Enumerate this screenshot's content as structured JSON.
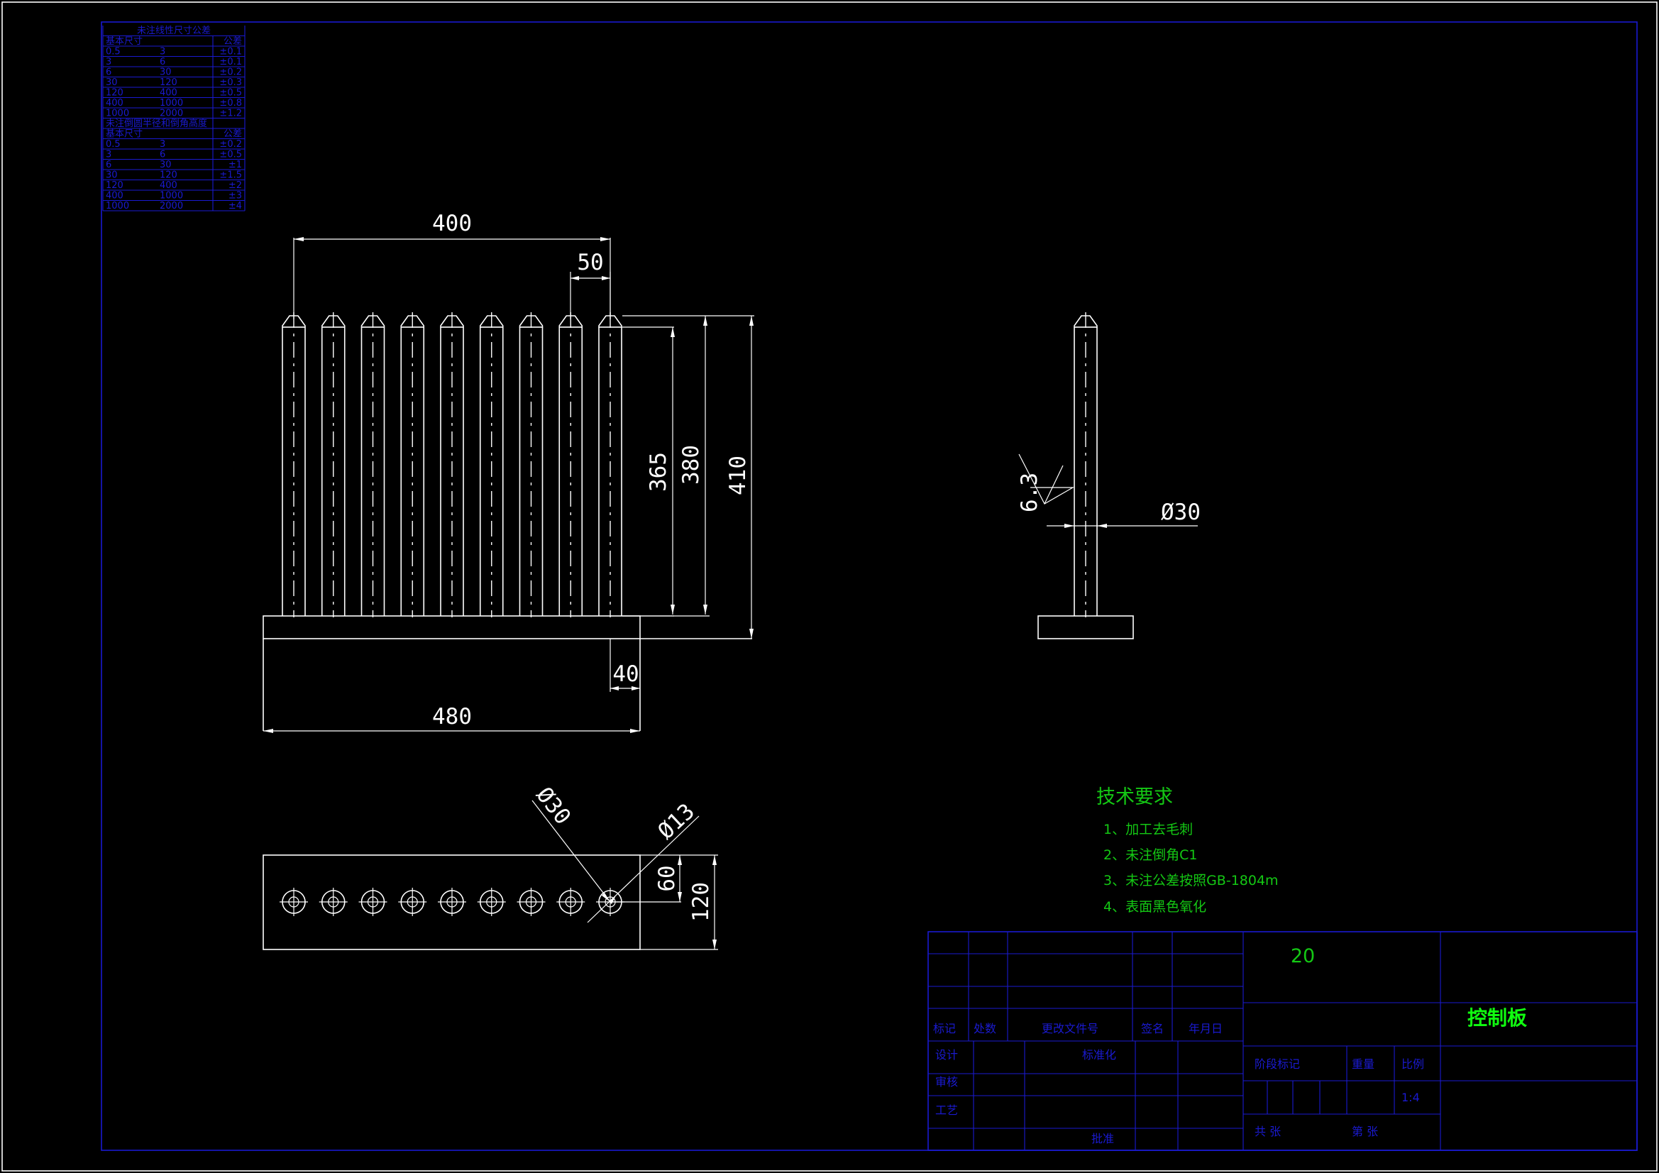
{
  "drawing": {
    "part_name": "控制板",
    "material": "20",
    "scale": "1:4"
  },
  "dimensions": {
    "total_pitch_width": "400",
    "pin_pitch": "50",
    "pin_height_1": "365",
    "pin_height_2": "380",
    "total_height": "410",
    "edge_offset": "40",
    "base_length": "480",
    "pin_diameter": "Ø30",
    "top_hole_diameter": "Ø30",
    "bolt_hole_diameter": "Ø13",
    "hole_row_offset": "60",
    "base_width": "120",
    "roughness": "6.3"
  },
  "tech_requirements": {
    "title": "技术要求",
    "items": [
      "1、加工去毛刺",
      "2、未注倒角C1",
      "3、未注公差按照GB-1804m",
      "4、表面黑色氧化"
    ]
  },
  "title_block": {
    "labels": {
      "mark": "标记",
      "count": "处数",
      "change_doc": "更改文件号",
      "sign": "签名",
      "date": "年月日",
      "design": "设计",
      "standardize": "标准化",
      "check": "审核",
      "craft": "工艺",
      "approve": "批准",
      "stage_mark": "阶段标记",
      "weight": "重量",
      "scale_label": "比例",
      "sheets_total": "共 张",
      "sheet_no": "第 张"
    }
  },
  "tolerance_table": {
    "title": "未注线性尺寸公差",
    "rows": [
      [
        "基本尺寸",
        "",
        "公差"
      ],
      [
        "0.5",
        "3",
        "±0.1"
      ],
      [
        "3",
        "6",
        "±0.1"
      ],
      [
        "6",
        "30",
        "±0.2"
      ],
      [
        "30",
        "120",
        "±0.3"
      ],
      [
        "120",
        "400",
        "±0.5"
      ],
      [
        "400",
        "1000",
        "±0.8"
      ],
      [
        "1000",
        "2000",
        "±1.2"
      ],
      [
        "未注倒圆半径和倒角高度",
        "",
        ""
      ],
      [
        "基本尺寸",
        "",
        "公差"
      ],
      [
        "0.5",
        "3",
        "±0.2"
      ],
      [
        "3",
        "6",
        "±0.5"
      ],
      [
        "6",
        "30",
        "±1"
      ],
      [
        "30",
        "120",
        "±1.5"
      ],
      [
        "120",
        "400",
        "±2"
      ],
      [
        "400",
        "1000",
        "±3"
      ],
      [
        "1000",
        "2000",
        "±4"
      ]
    ]
  },
  "pins": {
    "count": 9
  }
}
